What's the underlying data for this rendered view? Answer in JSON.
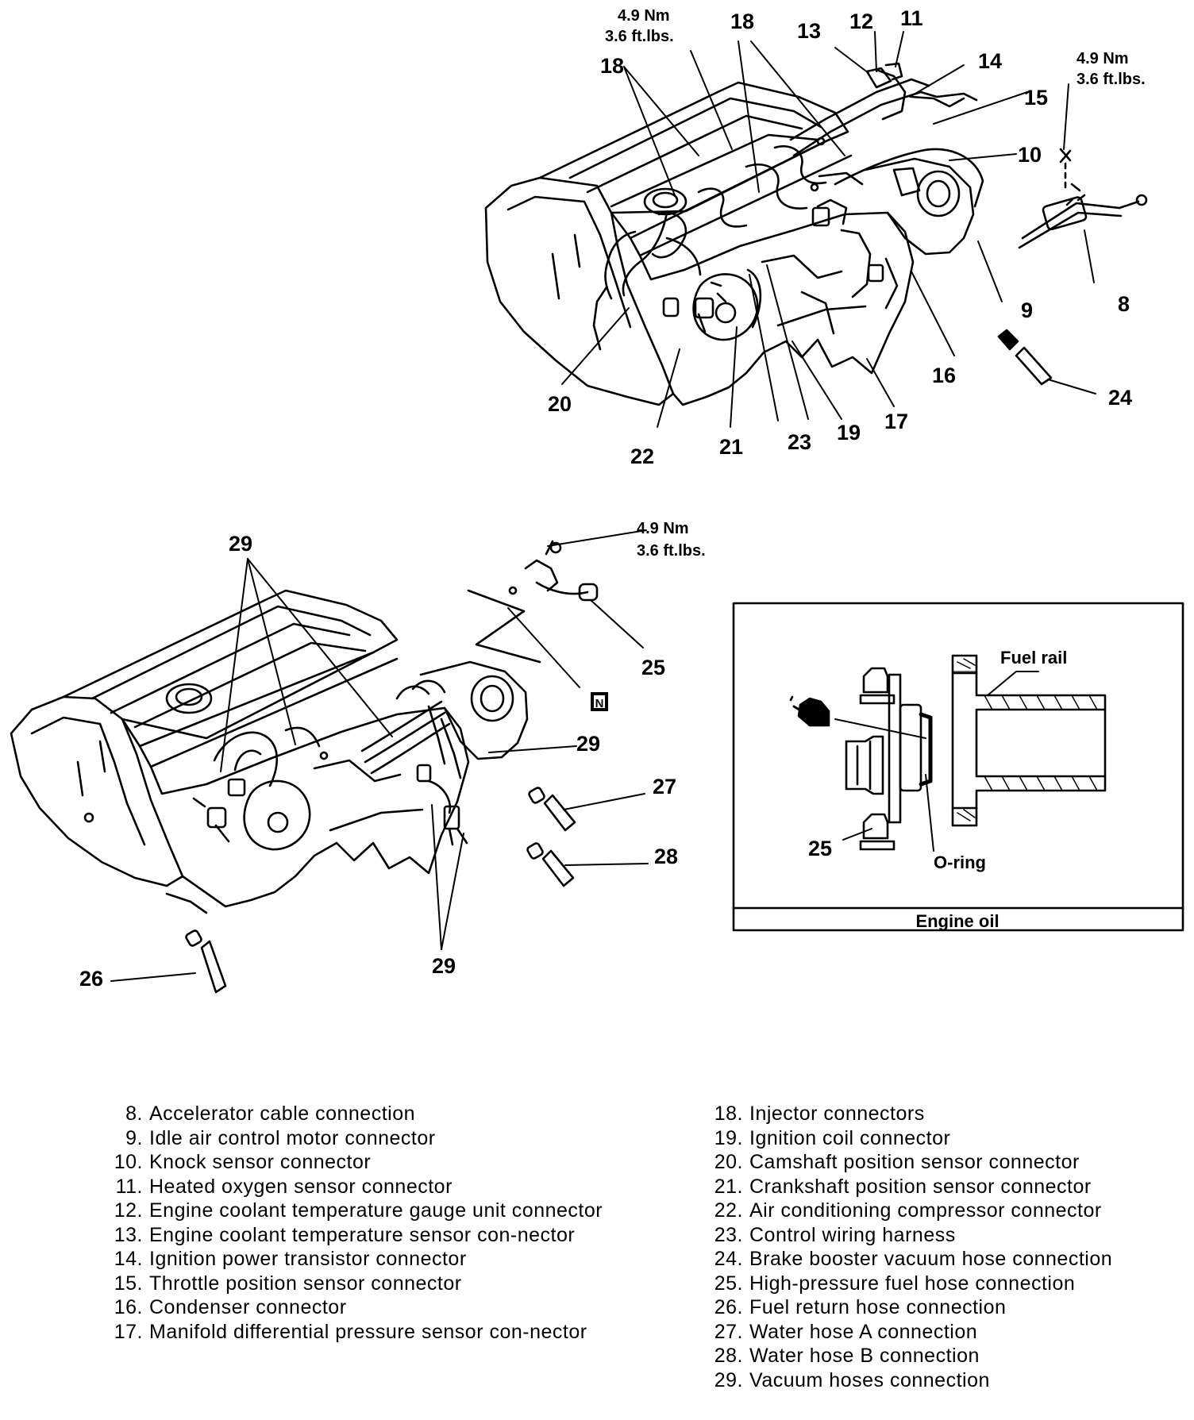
{
  "callouts": {
    "c8": "8",
    "c9": "9",
    "c10": "10",
    "c11": "11",
    "c12": "12",
    "c13": "13",
    "c14": "14",
    "c15": "15",
    "c16": "16",
    "c17": "17",
    "c18a": "18",
    "c18b": "18",
    "c19": "19",
    "c20": "20",
    "c21": "21",
    "c22": "22",
    "c23": "23",
    "c24": "24",
    "c25a": "25",
    "c25b": "25",
    "c26": "26",
    "c27": "27",
    "c28": "28",
    "c29a": "29",
    "c29b": "29",
    "c29c": "29"
  },
  "torque": {
    "nm": "4.9 Nm",
    "a_lbs": "3.6 ft.lbs.",
    "b_lbs": "3.6 ft.lbs."
  },
  "note_symbol": "N",
  "inset": {
    "fuel_rail": "Fuel rail",
    "o_ring": "O-ring",
    "caption": "Engine oil"
  },
  "legend_left": [
    {
      "num": "8.",
      "text": "Accelerator cable connection"
    },
    {
      "num": "9.",
      "text": "Idle air control motor connector"
    },
    {
      "num": "10.",
      "text": "Knock sensor connector"
    },
    {
      "num": "11.",
      "text": "Heated oxygen sensor connector"
    },
    {
      "num": "12.",
      "text": "Engine coolant temperature gauge unit connector"
    },
    {
      "num": "13.",
      "text": "Engine coolant temperature sensor con-nector"
    },
    {
      "num": "14.",
      "text": "Ignition power transistor connector"
    },
    {
      "num": "15.",
      "text": "Throttle position sensor connector"
    },
    {
      "num": "16.",
      "text": "Condenser connector"
    },
    {
      "num": "17.",
      "text": "Manifold differential pressure sensor con-nector"
    }
  ],
  "legend_right": [
    {
      "num": "18.",
      "text": "Injector connectors"
    },
    {
      "num": "19.",
      "text": "Ignition coil connector"
    },
    {
      "num": "20.",
      "text": "Camshaft position sensor connector"
    },
    {
      "num": "21.",
      "text": "Crankshaft position sensor connector"
    },
    {
      "num": "22.",
      "text": "Air conditioning compressor connector"
    },
    {
      "num": "23.",
      "text": "Control wiring harness"
    },
    {
      "num": "24.",
      "text": "Brake booster vacuum hose connection"
    },
    {
      "num": "25.",
      "text": "High-pressure fuel hose connection"
    },
    {
      "num": "26.",
      "text": "Fuel return hose connection"
    },
    {
      "num": "27.",
      "text": "Water hose A connection"
    },
    {
      "num": "28.",
      "text": "Water hose B connection"
    },
    {
      "num": "29.",
      "text": "Vacuum hoses connection"
    }
  ]
}
